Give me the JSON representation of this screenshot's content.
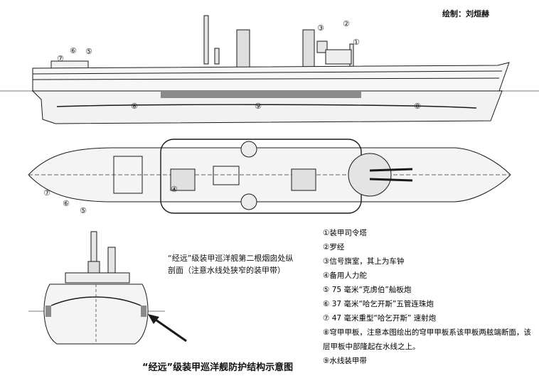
{
  "author": "绘制：刘烜赫",
  "section_caption": "“经远”级装甲巡洋舰第二根烟囱处纵剖面（注意水线处狭窄的装甲带）",
  "main_caption": "“经远”级装甲巡洋舰防护结构示意图",
  "legend": [
    "①装甲司令塔",
    "②罗经",
    "③信号旗室，其上为车钟",
    "④备用人力舵",
    "⑤ 75 毫米“克虏伯”舢板炮",
    "⑥ 37 毫米“哈乞开斯”五管连珠炮",
    "⑦ 47 毫米重型“哈乞开斯” 速射炮",
    "⑧穹甲甲板，注意本图绘出的穹甲甲板系该甲板两舷端断面，该层甲板中部隆起在水线之上。",
    "⑨水线装甲带"
  ],
  "markers": {
    "m1": "①",
    "m2": "②",
    "m3": "③",
    "m4": "④",
    "m5": "⑤",
    "m6": "⑥",
    "m7": "⑦",
    "m8": "⑧",
    "m9": "⑨"
  },
  "colors": {
    "ink": "#1a1a1a",
    "armor": "#8a8a8a",
    "deck": "#dcdcdc",
    "water": "#cfcfcf"
  }
}
